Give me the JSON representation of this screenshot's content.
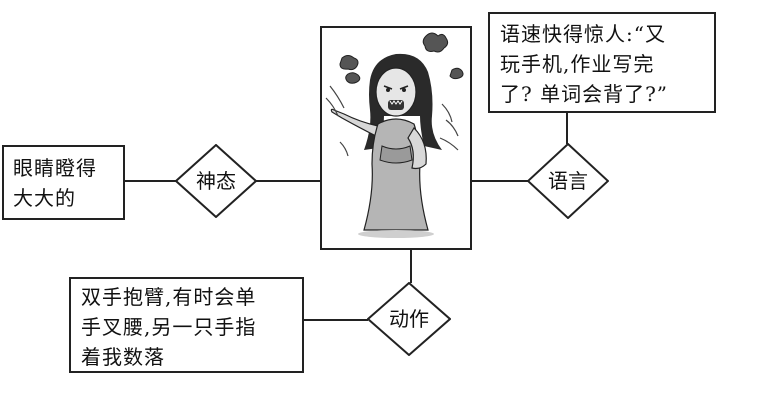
{
  "center": {
    "illustration": "angry-mother-pointing-illustration"
  },
  "nodes": [
    {
      "id": "shentai",
      "label": "神态",
      "description": "眼睛瞪得\n大大的"
    },
    {
      "id": "yuyan",
      "label": "语言",
      "description": "语速快得惊人:“又\n玩手机,作业写完\n了? 单词会背了?”"
    },
    {
      "id": "dongzuo",
      "label": "动作",
      "description": "双手抱臂,有时会单\n手叉腰,另一只手指\n着我数落"
    }
  ]
}
